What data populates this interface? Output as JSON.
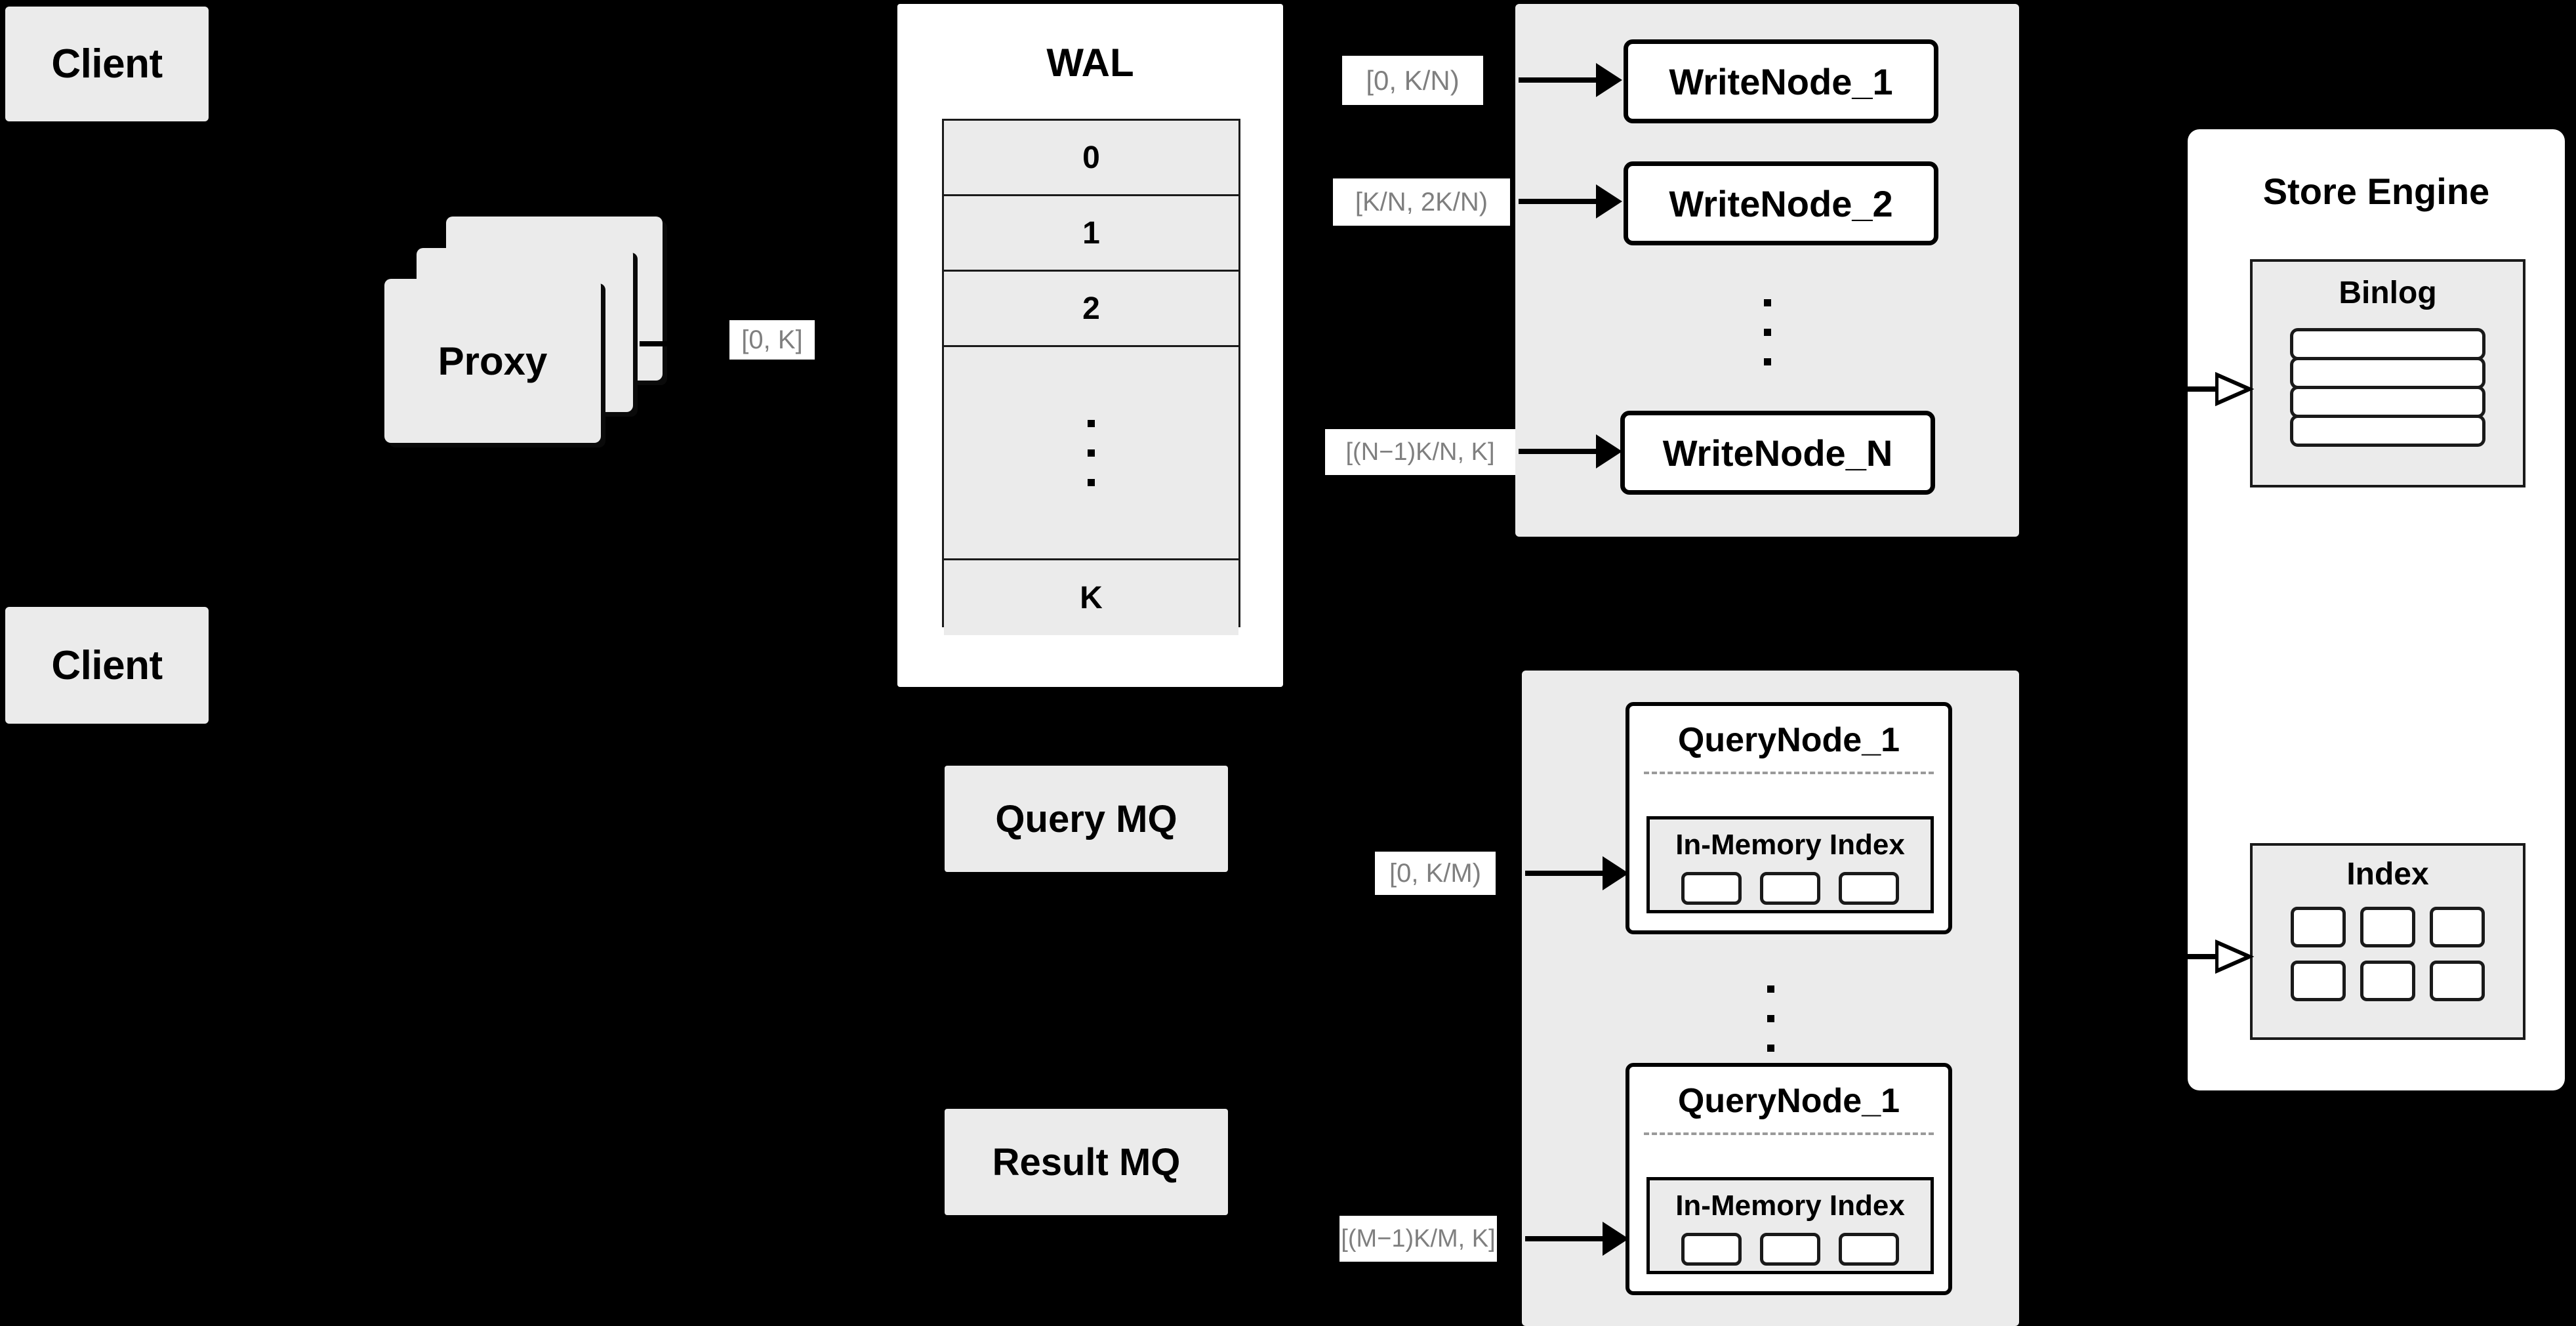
{
  "diagram": {
    "background_color": "#000000",
    "panel_fill": "#ffffff",
    "group_fill": "#ebebeb",
    "stroke_color": "#000000",
    "label_text_color": "#7f7f7f"
  },
  "clients": [
    {
      "label": "Client"
    },
    {
      "label": "Client"
    }
  ],
  "proxy": {
    "label": "Proxy",
    "stack_count": 3
  },
  "wal": {
    "title": "WAL",
    "rows": [
      "0",
      "1",
      "2",
      "",
      "K"
    ],
    "ellipsis_row_index": 3,
    "ellipsis_dots": 3
  },
  "edge_labels": {
    "proxy_to_wal": "[0, K]",
    "write_node_1": "[0,  K/N)",
    "write_node_2": "[K/N, 2K/N)",
    "write_node_n": "[(N−1)K/N,  K]",
    "query_node_1": "[0, K/M)",
    "query_node_m": "[(M−1)K/M, K]"
  },
  "write_group": {
    "nodes": [
      {
        "label": "WriteNode_1"
      },
      {
        "label": "WriteNode_2"
      },
      {
        "label": "WriteNode_N"
      }
    ],
    "ellipsis_dots": 3
  },
  "query_group": {
    "nodes": [
      {
        "title": "QueryNode_1",
        "index_title": "In-Memory Index",
        "index_cells": 3
      },
      {
        "title": "QueryNode_1",
        "index_title": "In-Memory Index",
        "index_cells": 3
      }
    ],
    "ellipsis_dots": 3
  },
  "message_queues": [
    {
      "label": "Query MQ"
    },
    {
      "label": "Result MQ"
    }
  ],
  "store_engine": {
    "title": "Store Engine",
    "binlog": {
      "title": "Binlog",
      "rows": 4
    },
    "index": {
      "title": "Index",
      "cols": 3,
      "rows": 2
    }
  }
}
